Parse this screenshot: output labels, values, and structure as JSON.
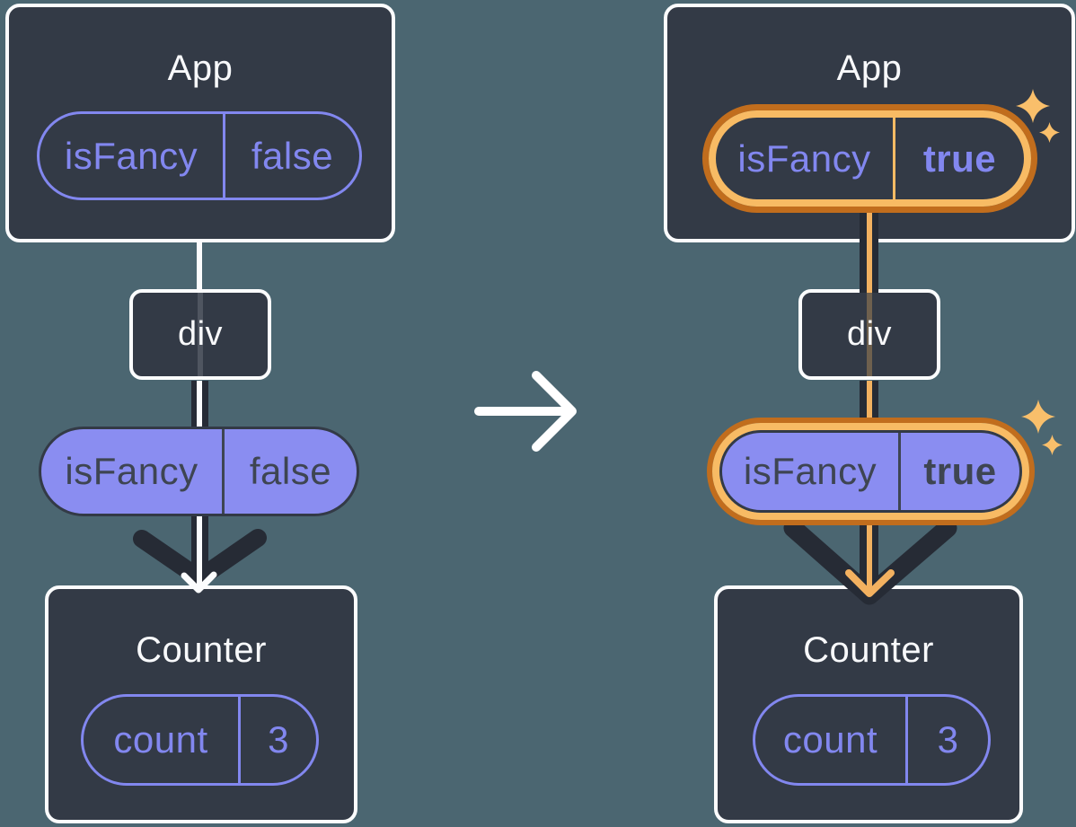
{
  "canvas": {
    "background_color": "#4b6671",
    "description": "Two React component trees showing isFancy prop changing from false to true"
  },
  "colors": {
    "box_background": "#333a46",
    "box_border": "#fbfcfd",
    "purple_outline": "#8287ef",
    "purple_fill": "#8a8df1",
    "dark_text": "#3e4552",
    "flow_pipe_dark": "#262b35",
    "highlight_orange_dark": "#c16d1d",
    "highlight_orange_light": "#f8bb64",
    "flow_core_after": "#f3b160",
    "flow_core_before": "#fbfcfd"
  },
  "transition": {
    "icon": "right-arrow-icon"
  },
  "trees": [
    {
      "name": "before",
      "app": {
        "title": "App",
        "prop_name": "isFancy",
        "prop_value": "false",
        "highlighted": false
      },
      "div": {
        "label": "div"
      },
      "prop": {
        "name": "isFancy",
        "value": "false",
        "highlighted": false
      },
      "counter": {
        "title": "Counter",
        "state_name": "count",
        "state_value": "3"
      }
    },
    {
      "name": "after",
      "app": {
        "title": "App",
        "prop_name": "isFancy",
        "prop_value": "true",
        "highlighted": true
      },
      "div": {
        "label": "div"
      },
      "prop": {
        "name": "isFancy",
        "value": "true",
        "highlighted": true
      },
      "counter": {
        "title": "Counter",
        "state_name": "count",
        "state_value": "3"
      },
      "sparkles": [
        "sparkle-icon",
        "sparkle-icon",
        "sparkle-icon",
        "sparkle-icon"
      ]
    }
  ]
}
